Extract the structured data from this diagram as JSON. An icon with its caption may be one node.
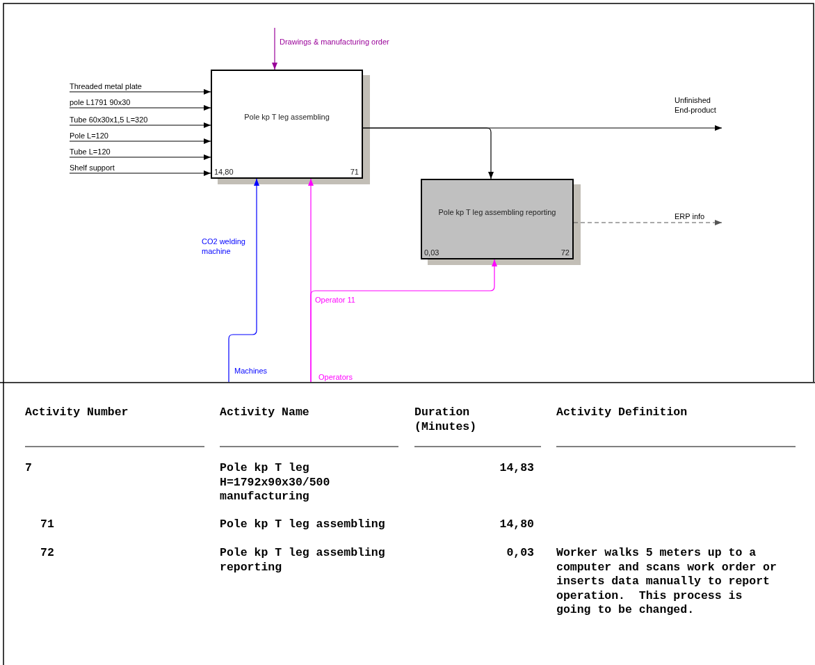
{
  "diagram": {
    "nodes": [
      {
        "text": [
          "Pole kp T leg assembling",
          "14,80",
          "71"
        ]
      },
      {
        "text": [
          "Pole kp T leg assembling reporting",
          "0,03",
          "72"
        ]
      }
    ],
    "edges": [
      {
        "from": null,
        "to": 0,
        "arrow": "to",
        "label": "Drawings & manufacturing order",
        "color": "#990099"
      },
      {
        "from": null,
        "to": 0,
        "arrow": "to",
        "label": "Threaded metal plate"
      },
      {
        "from": null,
        "to": 0,
        "arrow": "to",
        "label": "pole L1791 90x30"
      },
      {
        "from": null,
        "to": 0,
        "arrow": "to",
        "label": "Tube 60x30x1,5 L=320"
      },
      {
        "from": null,
        "to": 0,
        "arrow": "to",
        "label": "Pole L=120"
      },
      {
        "from": null,
        "to": 0,
        "arrow": "to",
        "label": "Tube L=120"
      },
      {
        "from": null,
        "to": 0,
        "arrow": "to",
        "label": "Shelf support"
      },
      {
        "from": 0,
        "to": null,
        "arrow": "to",
        "label": "Unfinished End-product"
      },
      {
        "from": 0,
        "to": 1,
        "arrow": "to"
      },
      {
        "from": 1,
        "to": null,
        "arrow": "to",
        "label": "ERP info",
        "style": "dashed",
        "color": "#555555"
      },
      {
        "from": null,
        "to": 0,
        "arrow": "to",
        "label": "CO2 welding machine",
        "color": "#0000ff"
      },
      {
        "from": null,
        "to": 0,
        "arrow": "to",
        "label": "Operators",
        "color": "#ff00ff"
      },
      {
        "from": null,
        "to": 1,
        "arrow": "to",
        "label": "Operator 11",
        "color": "#ff00ff"
      }
    ],
    "labels": [
      "Machines",
      "Activity Number",
      "Activity Name",
      "Duration (Minutes)",
      "Activity Definition",
      "7",
      "Pole kp T leg H=1792x90x30/500 manufacturing",
      "14,83",
      "71",
      "Pole kp T leg assembling",
      "14,80",
      "72",
      "Pole kp T leg assembling reporting",
      "0,03",
      "Worker walks 5 meters up to a computer and scans work order or inserts data manually to report operation.  This process is going to be changed."
    ]
  }
}
